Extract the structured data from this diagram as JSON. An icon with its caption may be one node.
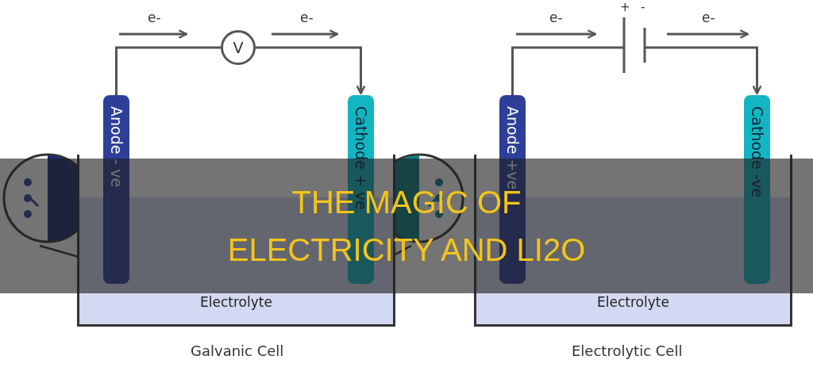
{
  "diagram": {
    "title": "THE MAGIC OF ELECTRICITY AND LI2O",
    "nodes": [
      {
        "text": [
          "Anode - ve"
        ]
      },
      {
        "text": [
          "Cathode + ve"
        ]
      },
      {
        "text": [
          "V"
        ]
      },
      {
        "text": [
          "Electrolyte"
        ]
      },
      {
        "text": [
          "Anode +ve"
        ]
      },
      {
        "text": [
          "Cathode -ve"
        ]
      },
      {
        "text": [],
        "shape": "battery",
        "beside": [
          "+",
          "-"
        ]
      },
      {
        "text": [
          "Electrolyte"
        ]
      }
    ],
    "edges": [
      {
        "from": 0,
        "to": 2,
        "arrow": "none"
      },
      {
        "from": 2,
        "to": 1,
        "arrow": "to"
      },
      {
        "from": 4,
        "to": 6,
        "arrow": "none"
      },
      {
        "from": 6,
        "to": 5,
        "arrow": "to"
      }
    ],
    "labels": [
      "e-",
      "e-",
      "e-",
      "e-",
      "Galvanic Cell",
      "Electrolytic Cell"
    ]
  }
}
